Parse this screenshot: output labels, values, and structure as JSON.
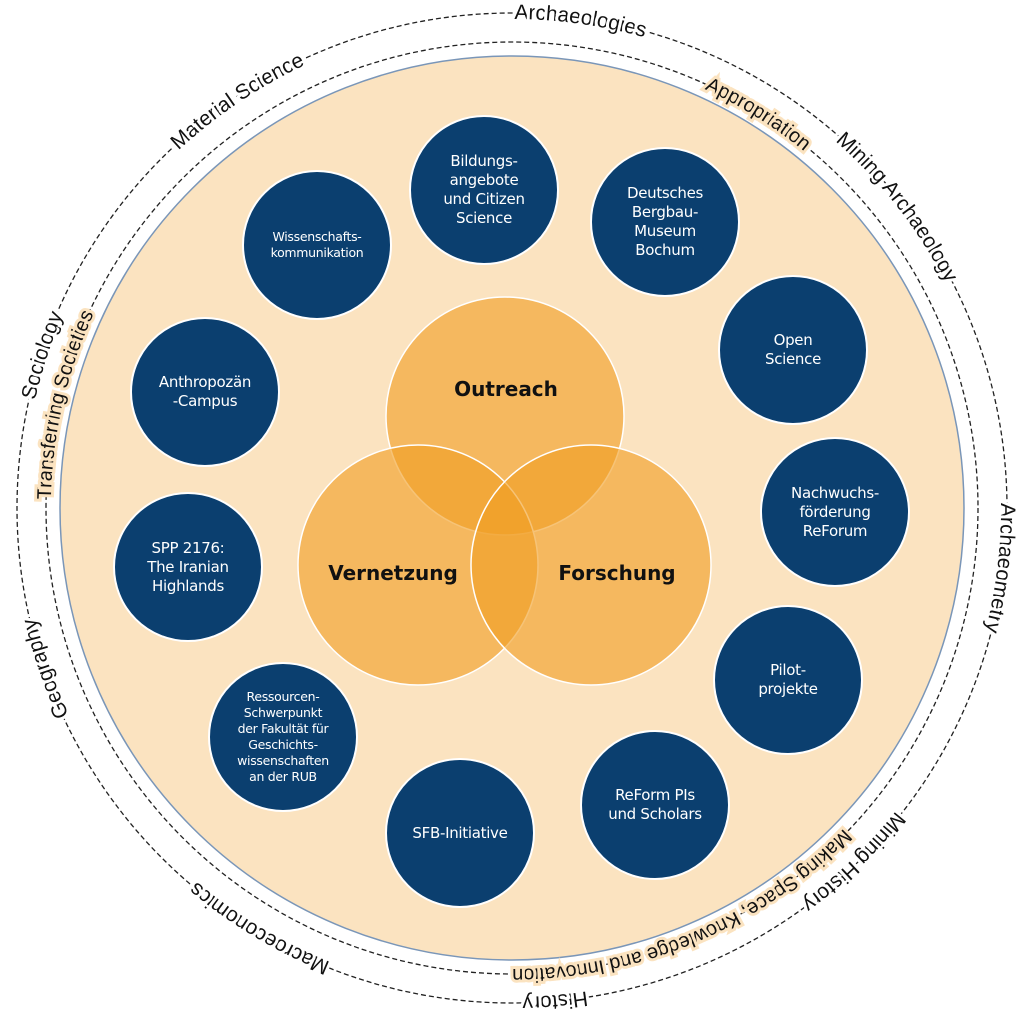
{
  "outer_ring": {
    "labels": [
      {
        "text": "Archaeologies",
        "angle": 8
      },
      {
        "text": "Mining Archaeology",
        "angle": 52
      },
      {
        "text": "Archaeometry",
        "angle": 97
      },
      {
        "text": "Mining History",
        "angle": 136
      },
      {
        "text": "History",
        "angle": 175
      },
      {
        "text": "Macroeconomics",
        "angle": 211
      },
      {
        "text": "Geography",
        "angle": 251
      },
      {
        "text": "Sociology",
        "angle": 288
      },
      {
        "text": "Material Science",
        "angle": 326
      }
    ]
  },
  "inner_ring": {
    "labels": [
      {
        "text": "Appropriation",
        "angle": 32
      },
      {
        "text": "Making Space, Knowledge and Innovation",
        "angle": 157
      },
      {
        "text": "Transferring Societies",
        "angle": 283
      }
    ]
  },
  "venn": {
    "outreach": "Outreach",
    "vernetzung": "Vernetzung",
    "forschung": "Forschung"
  },
  "nodes": [
    "Bildungs-\nangebote\nund Citizen\nScience",
    "Deutsches\nBergbau-\nMuseum\nBochum",
    "Open\nScience",
    "Nachwuchs-\nförderung\nReForum",
    "Pilot-\nprojekte",
    "ReForm PIs\nund Scholars",
    "SFB-Initiative",
    "Ressourcen-\nSchwerpunkt\nder Fakultät für\nGeschichts-\nwissenschaften\nan der RUB",
    "SPP 2176:\nThe Iranian\nHighlands",
    "Anthropozän\n-Campus",
    "Wissenschafts-\nkommunikation"
  ],
  "colors": {
    "background_disc": "#fbe3c0",
    "node_blue": "#0b3f6f",
    "venn_orange": "#f0a02c",
    "ring_line": "#7a96b8"
  }
}
